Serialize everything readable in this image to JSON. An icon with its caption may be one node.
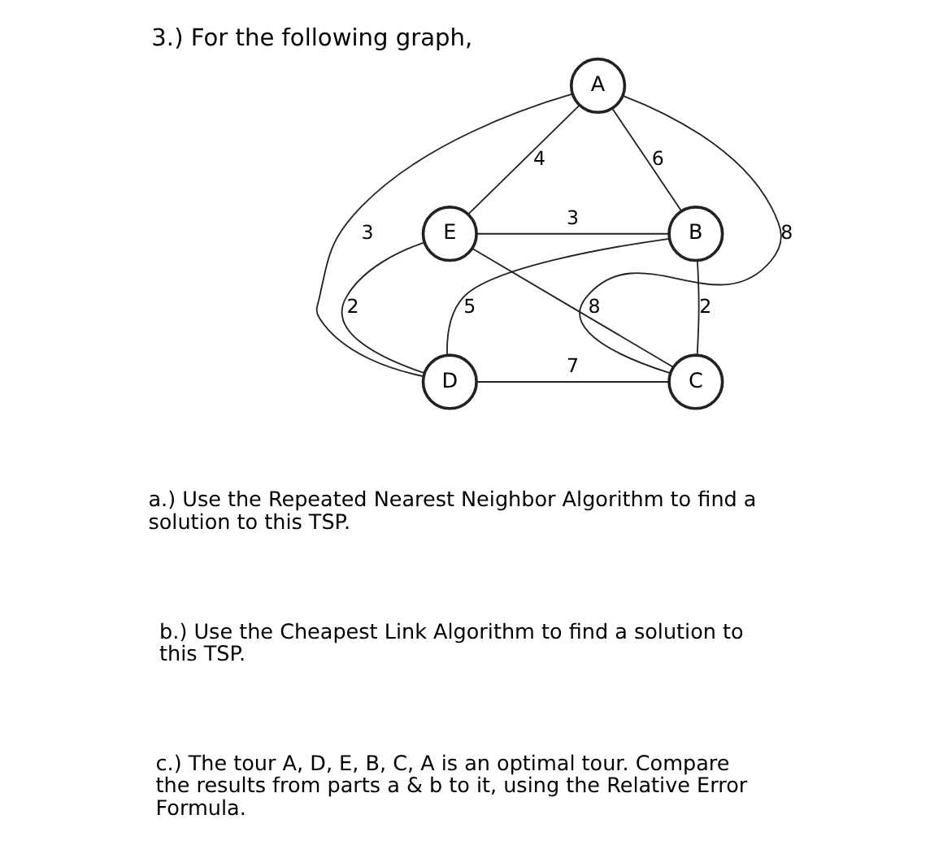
{
  "diagram": {
    "title": "3.) For the following graph,",
    "nodes": [
      {
        "text": [
          "A"
        ]
      },
      {
        "text": [
          "E"
        ]
      },
      {
        "text": [
          "B"
        ]
      },
      {
        "text": [
          "D"
        ]
      },
      {
        "text": [
          "C"
        ]
      }
    ],
    "edges": [
      {
        "from": 0,
        "to": 1,
        "arrow": "none",
        "label": "4"
      },
      {
        "from": 0,
        "to": 2,
        "arrow": "none",
        "label": "6"
      },
      {
        "from": 1,
        "to": 2,
        "arrow": "none",
        "label": "3"
      },
      {
        "from": 1,
        "to": 4,
        "arrow": "none",
        "label": "8"
      },
      {
        "from": 0,
        "to": 3,
        "arrow": "none",
        "label": "3"
      },
      {
        "from": 2,
        "to": 3,
        "arrow": "none",
        "label": "5"
      },
      {
        "from": 0,
        "to": 4,
        "arrow": "none",
        "label": "8"
      },
      {
        "from": 1,
        "to": 3,
        "arrow": "none",
        "label": "2"
      },
      {
        "from": 2,
        "to": 4,
        "arrow": "none",
        "label": "2"
      },
      {
        "from": 3,
        "to": 4,
        "arrow": "none",
        "label": "7"
      }
    ],
    "labels": [
      "a.) Use the Repeated Nearest Neighbor Algorithm to find a solution to this TSP.",
      "b.) Use the Cheapest Link Algorithm to find a solution to this TSP.",
      "c.) The tour A, D, E, B, C, A is an optimal tour. Compare the results from parts a & b to it, using the Relative Error Formula."
    ]
  }
}
